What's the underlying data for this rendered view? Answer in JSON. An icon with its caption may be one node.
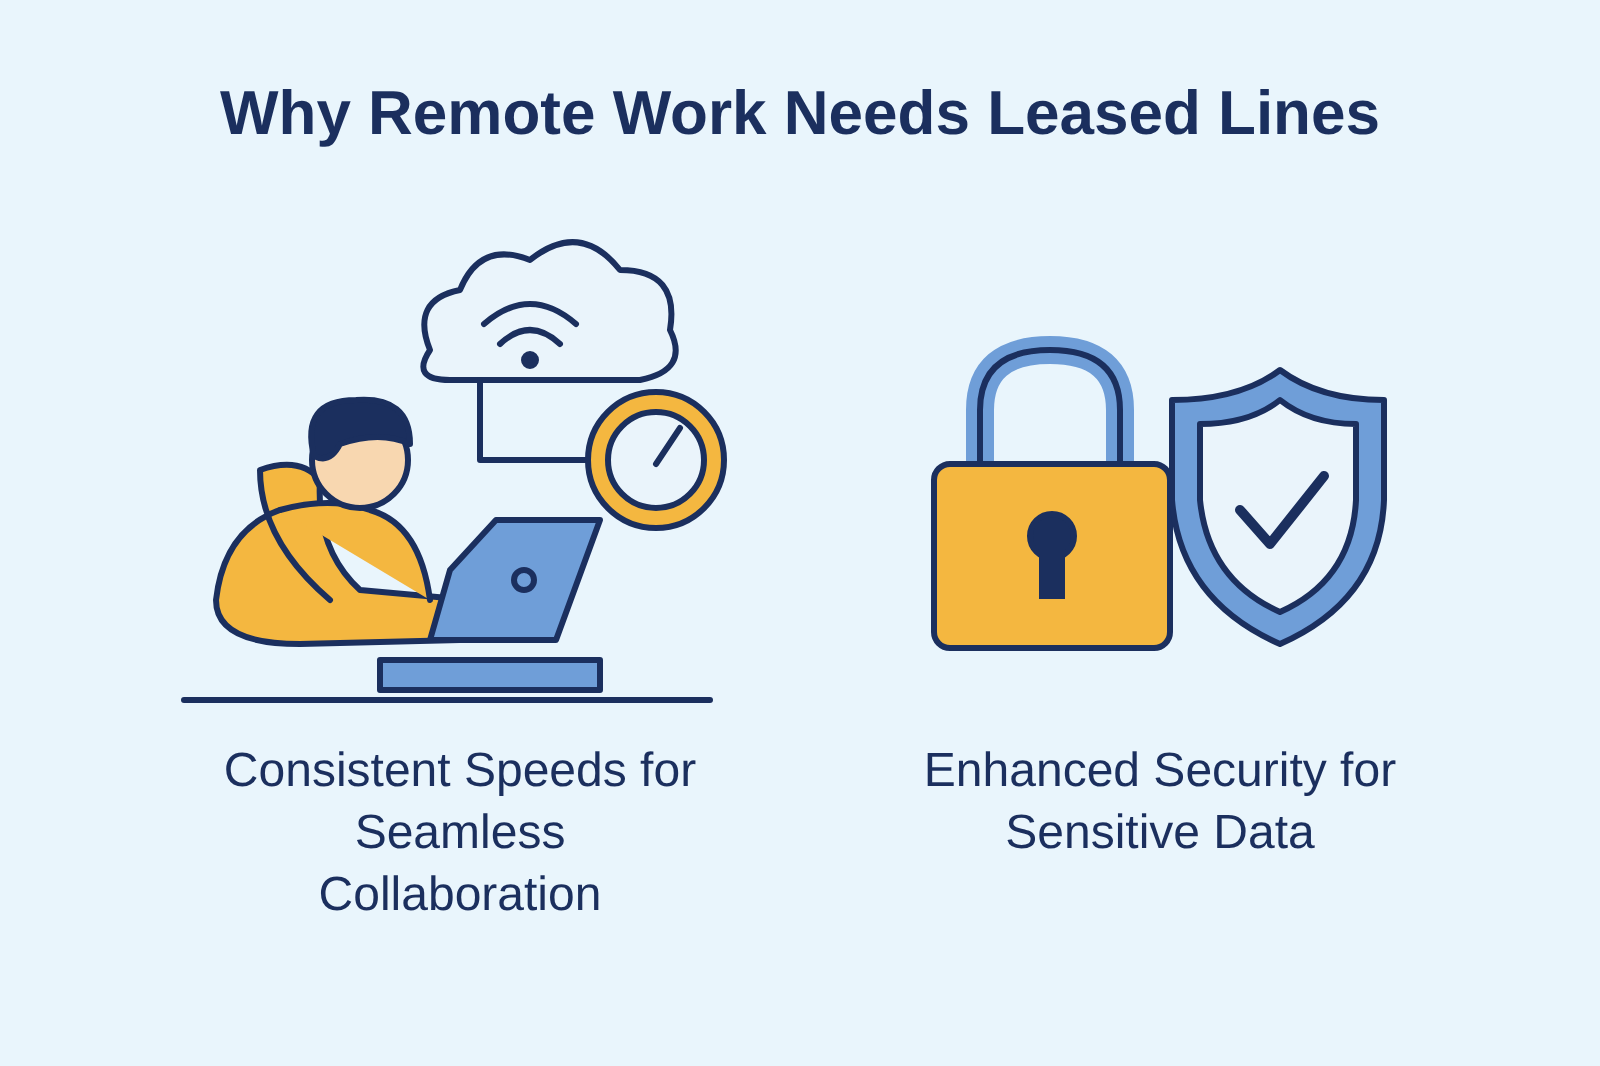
{
  "diagram": {
    "title": "Why Remote Work Needs Leased Lines",
    "labels": [
      "Consistent Speeds for Seamless Collaboration",
      "Enhanced Security for Sensitive Data"
    ]
  }
}
